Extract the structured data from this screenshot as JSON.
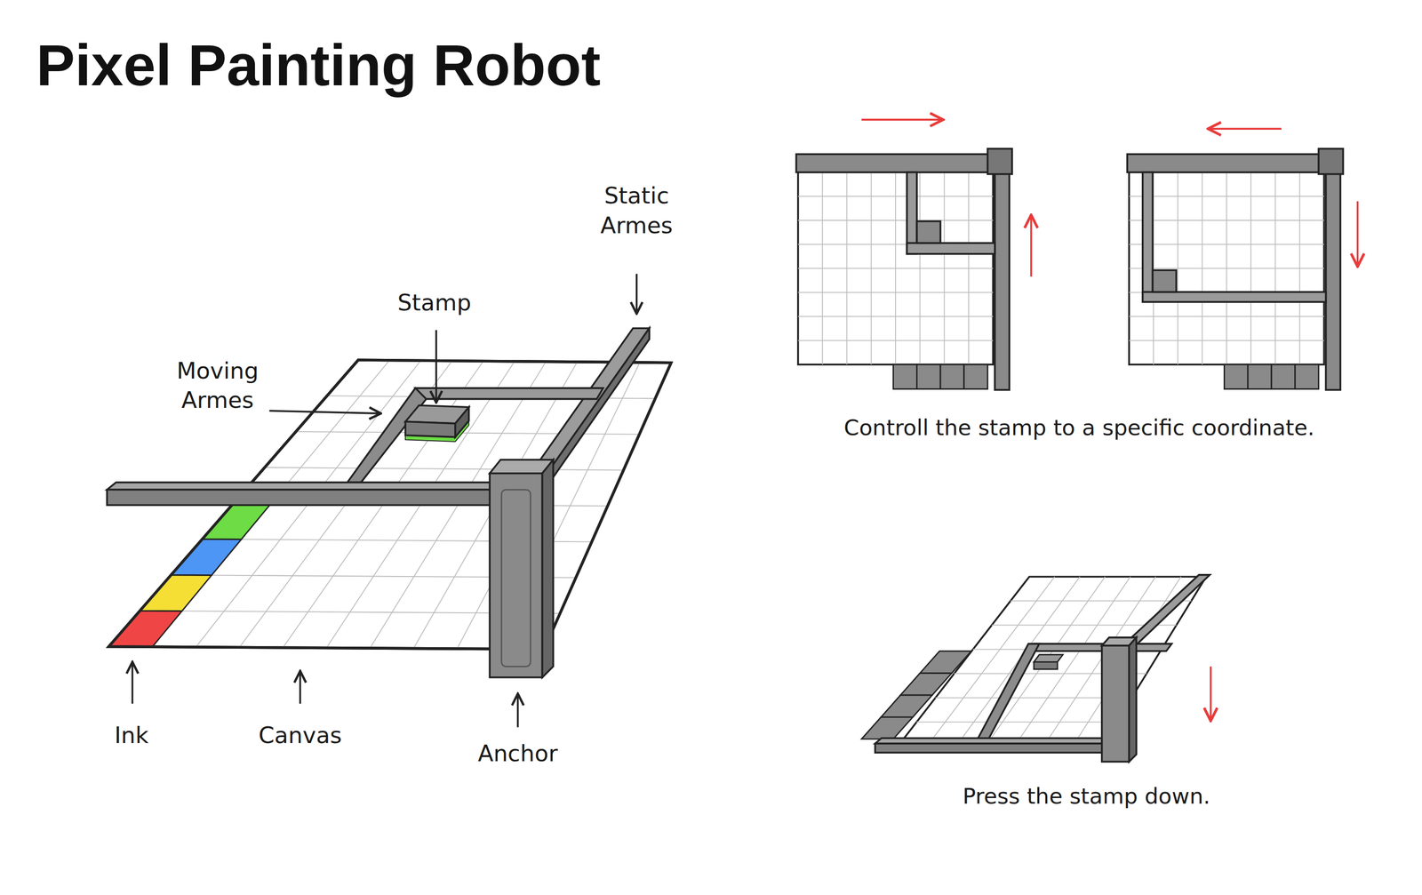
{
  "diagram": {
    "title": "Pixel Painting Robot",
    "labels": [
      "Static Armes",
      "Stamp",
      "Moving Armes",
      "Ink",
      "Canvas",
      "Anchor",
      "Controll the stamp to a specific coordinate.",
      "Press the stamp down."
    ]
  }
}
